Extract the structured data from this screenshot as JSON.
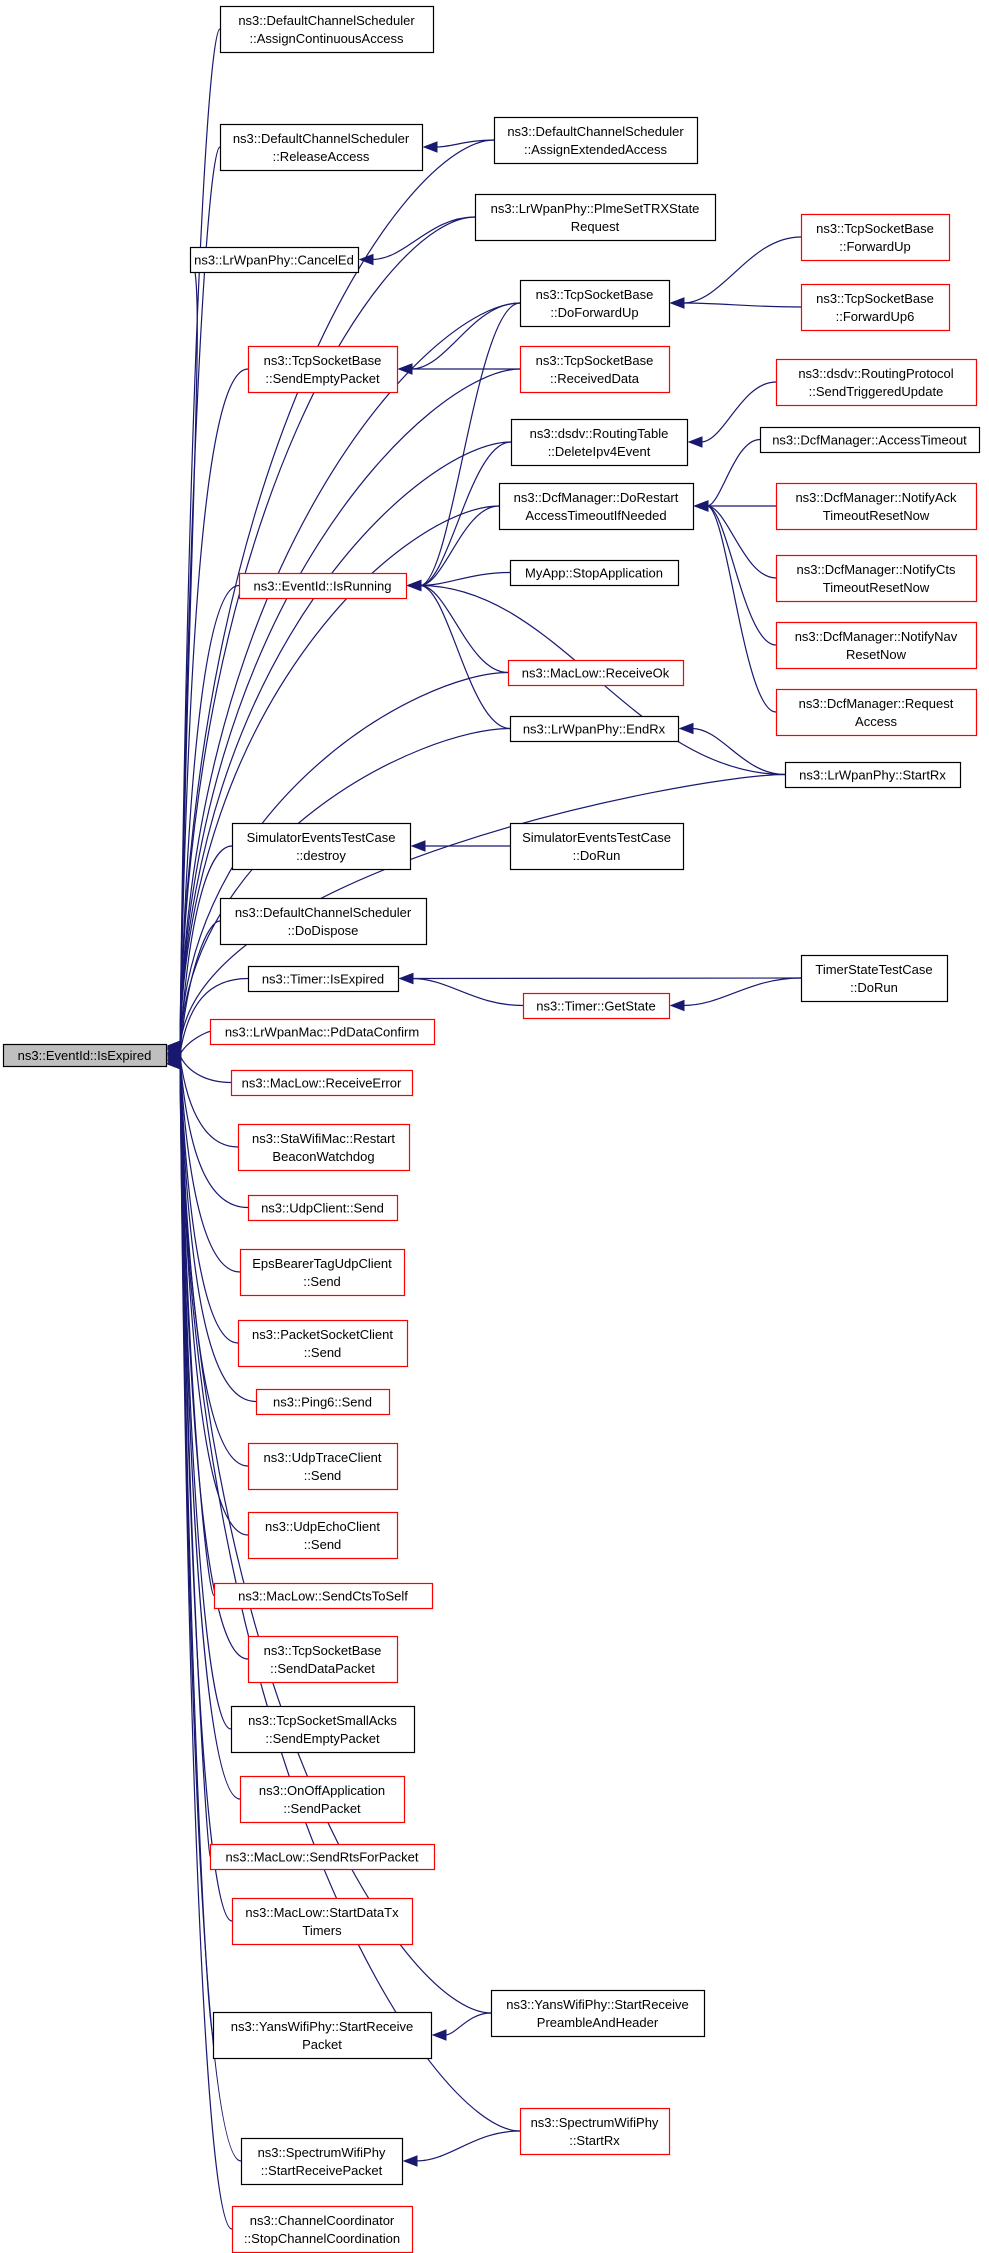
{
  "colors": {
    "edge": "#191970",
    "border_documented": "#000000",
    "border_truncated": "#ff0000",
    "root_fill": "#bfbfbf"
  },
  "nodes": [
    {
      "id": "root",
      "lines": [
        "ns3::EventId::IsExpired"
      ],
      "style": "root"
    },
    {
      "id": "dcs_assigncont",
      "lines": [
        "ns3::DefaultChannelScheduler",
        "::AssignContinuousAccess"
      ],
      "style": "black"
    },
    {
      "id": "dcs_release",
      "lines": [
        "ns3::DefaultChannelScheduler",
        "::ReleaseAccess"
      ],
      "style": "black"
    },
    {
      "id": "dcs_assignext",
      "lines": [
        "ns3::DefaultChannelScheduler",
        "::AssignExtendedAccess"
      ],
      "style": "black"
    },
    {
      "id": "lrwpan_canceled",
      "lines": [
        "ns3::LrWpanPhy::CancelEd"
      ],
      "style": "black"
    },
    {
      "id": "lrwpan_plme",
      "lines": [
        "ns3::LrWpanPhy::PlmeSetTRXState",
        "Request"
      ],
      "style": "black"
    },
    {
      "id": "tcp_forwardup",
      "lines": [
        "ns3::TcpSocketBase",
        "::ForwardUp"
      ],
      "style": "red"
    },
    {
      "id": "tcp_doforwardup",
      "lines": [
        "ns3::TcpSocketBase",
        "::DoForwardUp"
      ],
      "style": "black"
    },
    {
      "id": "tcp_forwardup6",
      "lines": [
        "ns3::TcpSocketBase",
        "::ForwardUp6"
      ],
      "style": "red"
    },
    {
      "id": "tcp_sendempty",
      "lines": [
        "ns3::TcpSocketBase",
        "::SendEmptyPacket"
      ],
      "style": "red"
    },
    {
      "id": "tcp_receiveddata",
      "lines": [
        "ns3::TcpSocketBase",
        "::ReceivedData"
      ],
      "style": "red"
    },
    {
      "id": "dsdv_sendtrig",
      "lines": [
        "ns3::dsdv::RoutingProtocol",
        "::SendTriggeredUpdate"
      ],
      "style": "red"
    },
    {
      "id": "dsdv_deleteipv4",
      "lines": [
        "ns3::dsdv::RoutingTable",
        "::DeleteIpv4Event"
      ],
      "style": "black"
    },
    {
      "id": "dcf_accesstimeout",
      "lines": [
        "ns3::DcfManager::AccessTimeout"
      ],
      "style": "black"
    },
    {
      "id": "dcf_dorestart",
      "lines": [
        "ns3::DcfManager::DoRestart",
        "AccessTimeoutIfNeeded"
      ],
      "style": "black"
    },
    {
      "id": "dcf_notifyack",
      "lines": [
        "ns3::DcfManager::NotifyAck",
        "TimeoutResetNow"
      ],
      "style": "red"
    },
    {
      "id": "eventid_isrunning",
      "lines": [
        "ns3::EventId::IsRunning"
      ],
      "style": "red"
    },
    {
      "id": "myapp_stop",
      "lines": [
        "MyApp::StopApplication"
      ],
      "style": "black"
    },
    {
      "id": "dcf_notifycts",
      "lines": [
        "ns3::DcfManager::NotifyCts",
        "TimeoutResetNow"
      ],
      "style": "red"
    },
    {
      "id": "dcf_notifynav",
      "lines": [
        "ns3::DcfManager::NotifyNav",
        "ResetNow"
      ],
      "style": "red"
    },
    {
      "id": "maclow_receiveok",
      "lines": [
        "ns3::MacLow::ReceiveOk"
      ],
      "style": "red"
    },
    {
      "id": "dcf_request",
      "lines": [
        "ns3::DcfManager::Request",
        "Access"
      ],
      "style": "red"
    },
    {
      "id": "lrwpan_endrx",
      "lines": [
        "ns3::LrWpanPhy::EndRx"
      ],
      "style": "black"
    },
    {
      "id": "lrwpan_startrx",
      "lines": [
        "ns3::LrWpanPhy::StartRx"
      ],
      "style": "black"
    },
    {
      "id": "setc_destroy",
      "lines": [
        "SimulatorEventsTestCase",
        "::destroy"
      ],
      "style": "black"
    },
    {
      "id": "setc_dorun",
      "lines": [
        "SimulatorEventsTestCase",
        "::DoRun"
      ],
      "style": "black"
    },
    {
      "id": "dcs_dodispose",
      "lines": [
        "ns3::DefaultChannelScheduler",
        "::DoDispose"
      ],
      "style": "black"
    },
    {
      "id": "timer_isexpired",
      "lines": [
        "ns3::Timer::IsExpired"
      ],
      "style": "black"
    },
    {
      "id": "tstc_dorun",
      "lines": [
        "TimerStateTestCase",
        "::DoRun"
      ],
      "style": "black"
    },
    {
      "id": "timer_getstate",
      "lines": [
        "ns3::Timer::GetState"
      ],
      "style": "red"
    },
    {
      "id": "lrwpanmac_pddata",
      "lines": [
        "ns3::LrWpanMac::PdDataConfirm"
      ],
      "style": "red"
    },
    {
      "id": "maclow_receiveerror",
      "lines": [
        "ns3::MacLow::ReceiveError"
      ],
      "style": "red"
    },
    {
      "id": "stawifimac_restart",
      "lines": [
        "ns3::StaWifiMac::Restart",
        "BeaconWatchdog"
      ],
      "style": "red"
    },
    {
      "id": "udpclient_send",
      "lines": [
        "ns3::UdpClient::Send"
      ],
      "style": "red"
    },
    {
      "id": "epsbearer_send",
      "lines": [
        "EpsBearerTagUdpClient",
        "::Send"
      ],
      "style": "red"
    },
    {
      "id": "packetsocket_send",
      "lines": [
        "ns3::PacketSocketClient",
        "::Send"
      ],
      "style": "red"
    },
    {
      "id": "ping6_send",
      "lines": [
        "ns3::Ping6::Send"
      ],
      "style": "red"
    },
    {
      "id": "udptrace_send",
      "lines": [
        "ns3::UdpTraceClient",
        "::Send"
      ],
      "style": "red"
    },
    {
      "id": "udpecho_send",
      "lines": [
        "ns3::UdpEchoClient",
        "::Send"
      ],
      "style": "red"
    },
    {
      "id": "maclow_sendcts",
      "lines": [
        "ns3::MacLow::SendCtsToSelf"
      ],
      "style": "red"
    },
    {
      "id": "tcp_senddata",
      "lines": [
        "ns3::TcpSocketBase",
        "::SendDataPacket"
      ],
      "style": "red"
    },
    {
      "id": "tcpsmallacks_sendempty",
      "lines": [
        "ns3::TcpSocketSmallAcks",
        "::SendEmptyPacket"
      ],
      "style": "black"
    },
    {
      "id": "onoff_sendpacket",
      "lines": [
        "ns3::OnOffApplication",
        "::SendPacket"
      ],
      "style": "red"
    },
    {
      "id": "maclow_sendrts",
      "lines": [
        "ns3::MacLow::SendRtsForPacket"
      ],
      "style": "red"
    },
    {
      "id": "maclow_startdatatx",
      "lines": [
        "ns3::MacLow::StartDataTx",
        "Timers"
      ],
      "style": "red"
    },
    {
      "id": "yans_preamble",
      "lines": [
        "ns3::YansWifiPhy::StartReceive",
        "PreambleAndHeader"
      ],
      "style": "black"
    },
    {
      "id": "yans_startreceive",
      "lines": [
        "ns3::YansWifiPhy::StartReceive",
        "Packet"
      ],
      "style": "black"
    },
    {
      "id": "spectrum_startrx",
      "lines": [
        "ns3::SpectrumWifiPhy",
        "::StartRx"
      ],
      "style": "red"
    },
    {
      "id": "spectrum_startreceive",
      "lines": [
        "ns3::SpectrumWifiPhy",
        "::StartReceivePacket"
      ],
      "style": "black"
    },
    {
      "id": "chancoord_stop",
      "lines": [
        "ns3::ChannelCoordinator",
        "::StopChannelCoordination"
      ],
      "style": "red"
    }
  ],
  "edges": [
    [
      "dcs_assigncont",
      "root"
    ],
    [
      "dcs_release",
      "root"
    ],
    [
      "dcs_assignext",
      "root"
    ],
    [
      "dcs_assignext",
      "dcs_release"
    ],
    [
      "lrwpan_canceled",
      "root"
    ],
    [
      "lrwpan_plme",
      "root"
    ],
    [
      "lrwpan_plme",
      "lrwpan_canceled"
    ],
    [
      "tcp_doforwardup",
      "root"
    ],
    [
      "tcp_forwardup",
      "tcp_doforwardup"
    ],
    [
      "tcp_forwardup6",
      "tcp_doforwardup"
    ],
    [
      "tcp_sendempty",
      "root"
    ],
    [
      "tcp_doforwardup",
      "tcp_sendempty"
    ],
    [
      "tcp_receiveddata",
      "tcp_sendempty"
    ],
    [
      "tcp_receiveddata",
      "root"
    ],
    [
      "dsdv_deleteipv4",
      "root"
    ],
    [
      "dsdv_sendtrig",
      "dsdv_deleteipv4"
    ],
    [
      "dcf_dorestart",
      "root"
    ],
    [
      "dcf_accesstimeout",
      "dcf_dorestart"
    ],
    [
      "dcf_notifyack",
      "dcf_dorestart"
    ],
    [
      "dcf_notifycts",
      "dcf_dorestart"
    ],
    [
      "dcf_notifynav",
      "dcf_dorestart"
    ],
    [
      "dcf_request",
      "dcf_dorestart"
    ],
    [
      "eventid_isrunning",
      "root"
    ],
    [
      "tcp_doforwardup",
      "eventid_isrunning"
    ],
    [
      "dsdv_deleteipv4",
      "eventid_isrunning"
    ],
    [
      "dcf_dorestart",
      "eventid_isrunning"
    ],
    [
      "myapp_stop",
      "eventid_isrunning"
    ],
    [
      "maclow_receiveok",
      "eventid_isrunning"
    ],
    [
      "lrwpan_endrx",
      "eventid_isrunning"
    ],
    [
      "lrwpan_startrx",
      "eventid_isrunning"
    ],
    [
      "maclow_receiveok",
      "root"
    ],
    [
      "lrwpan_endrx",
      "root"
    ],
    [
      "lrwpan_startrx",
      "root"
    ],
    [
      "lrwpan_startrx",
      "lrwpan_endrx"
    ],
    [
      "setc_destroy",
      "root"
    ],
    [
      "setc_dorun",
      "setc_destroy"
    ],
    [
      "dcs_dodispose",
      "root"
    ],
    [
      "timer_isexpired",
      "root"
    ],
    [
      "tstc_dorun",
      "timer_isexpired"
    ],
    [
      "timer_getstate",
      "timer_isexpired"
    ],
    [
      "tstc_dorun",
      "timer_getstate"
    ],
    [
      "lrwpanmac_pddata",
      "root"
    ],
    [
      "maclow_receiveerror",
      "root"
    ],
    [
      "stawifimac_restart",
      "root"
    ],
    [
      "udpclient_send",
      "root"
    ],
    [
      "epsbearer_send",
      "root"
    ],
    [
      "packetsocket_send",
      "root"
    ],
    [
      "ping6_send",
      "root"
    ],
    [
      "udptrace_send",
      "root"
    ],
    [
      "udpecho_send",
      "root"
    ],
    [
      "maclow_sendcts",
      "root"
    ],
    [
      "tcp_senddata",
      "root"
    ],
    [
      "tcpsmallacks_sendempty",
      "root"
    ],
    [
      "onoff_sendpacket",
      "root"
    ],
    [
      "maclow_sendrts",
      "root"
    ],
    [
      "maclow_startdatatx",
      "root"
    ],
    [
      "yans_preamble",
      "root"
    ],
    [
      "yans_startreceive",
      "root"
    ],
    [
      "yans_preamble",
      "yans_startreceive"
    ],
    [
      "spectrum_startrx",
      "root"
    ],
    [
      "spectrum_startreceive",
      "root"
    ],
    [
      "spectrum_startrx",
      "spectrum_startreceive"
    ],
    [
      "chancoord_stop",
      "root"
    ]
  ]
}
